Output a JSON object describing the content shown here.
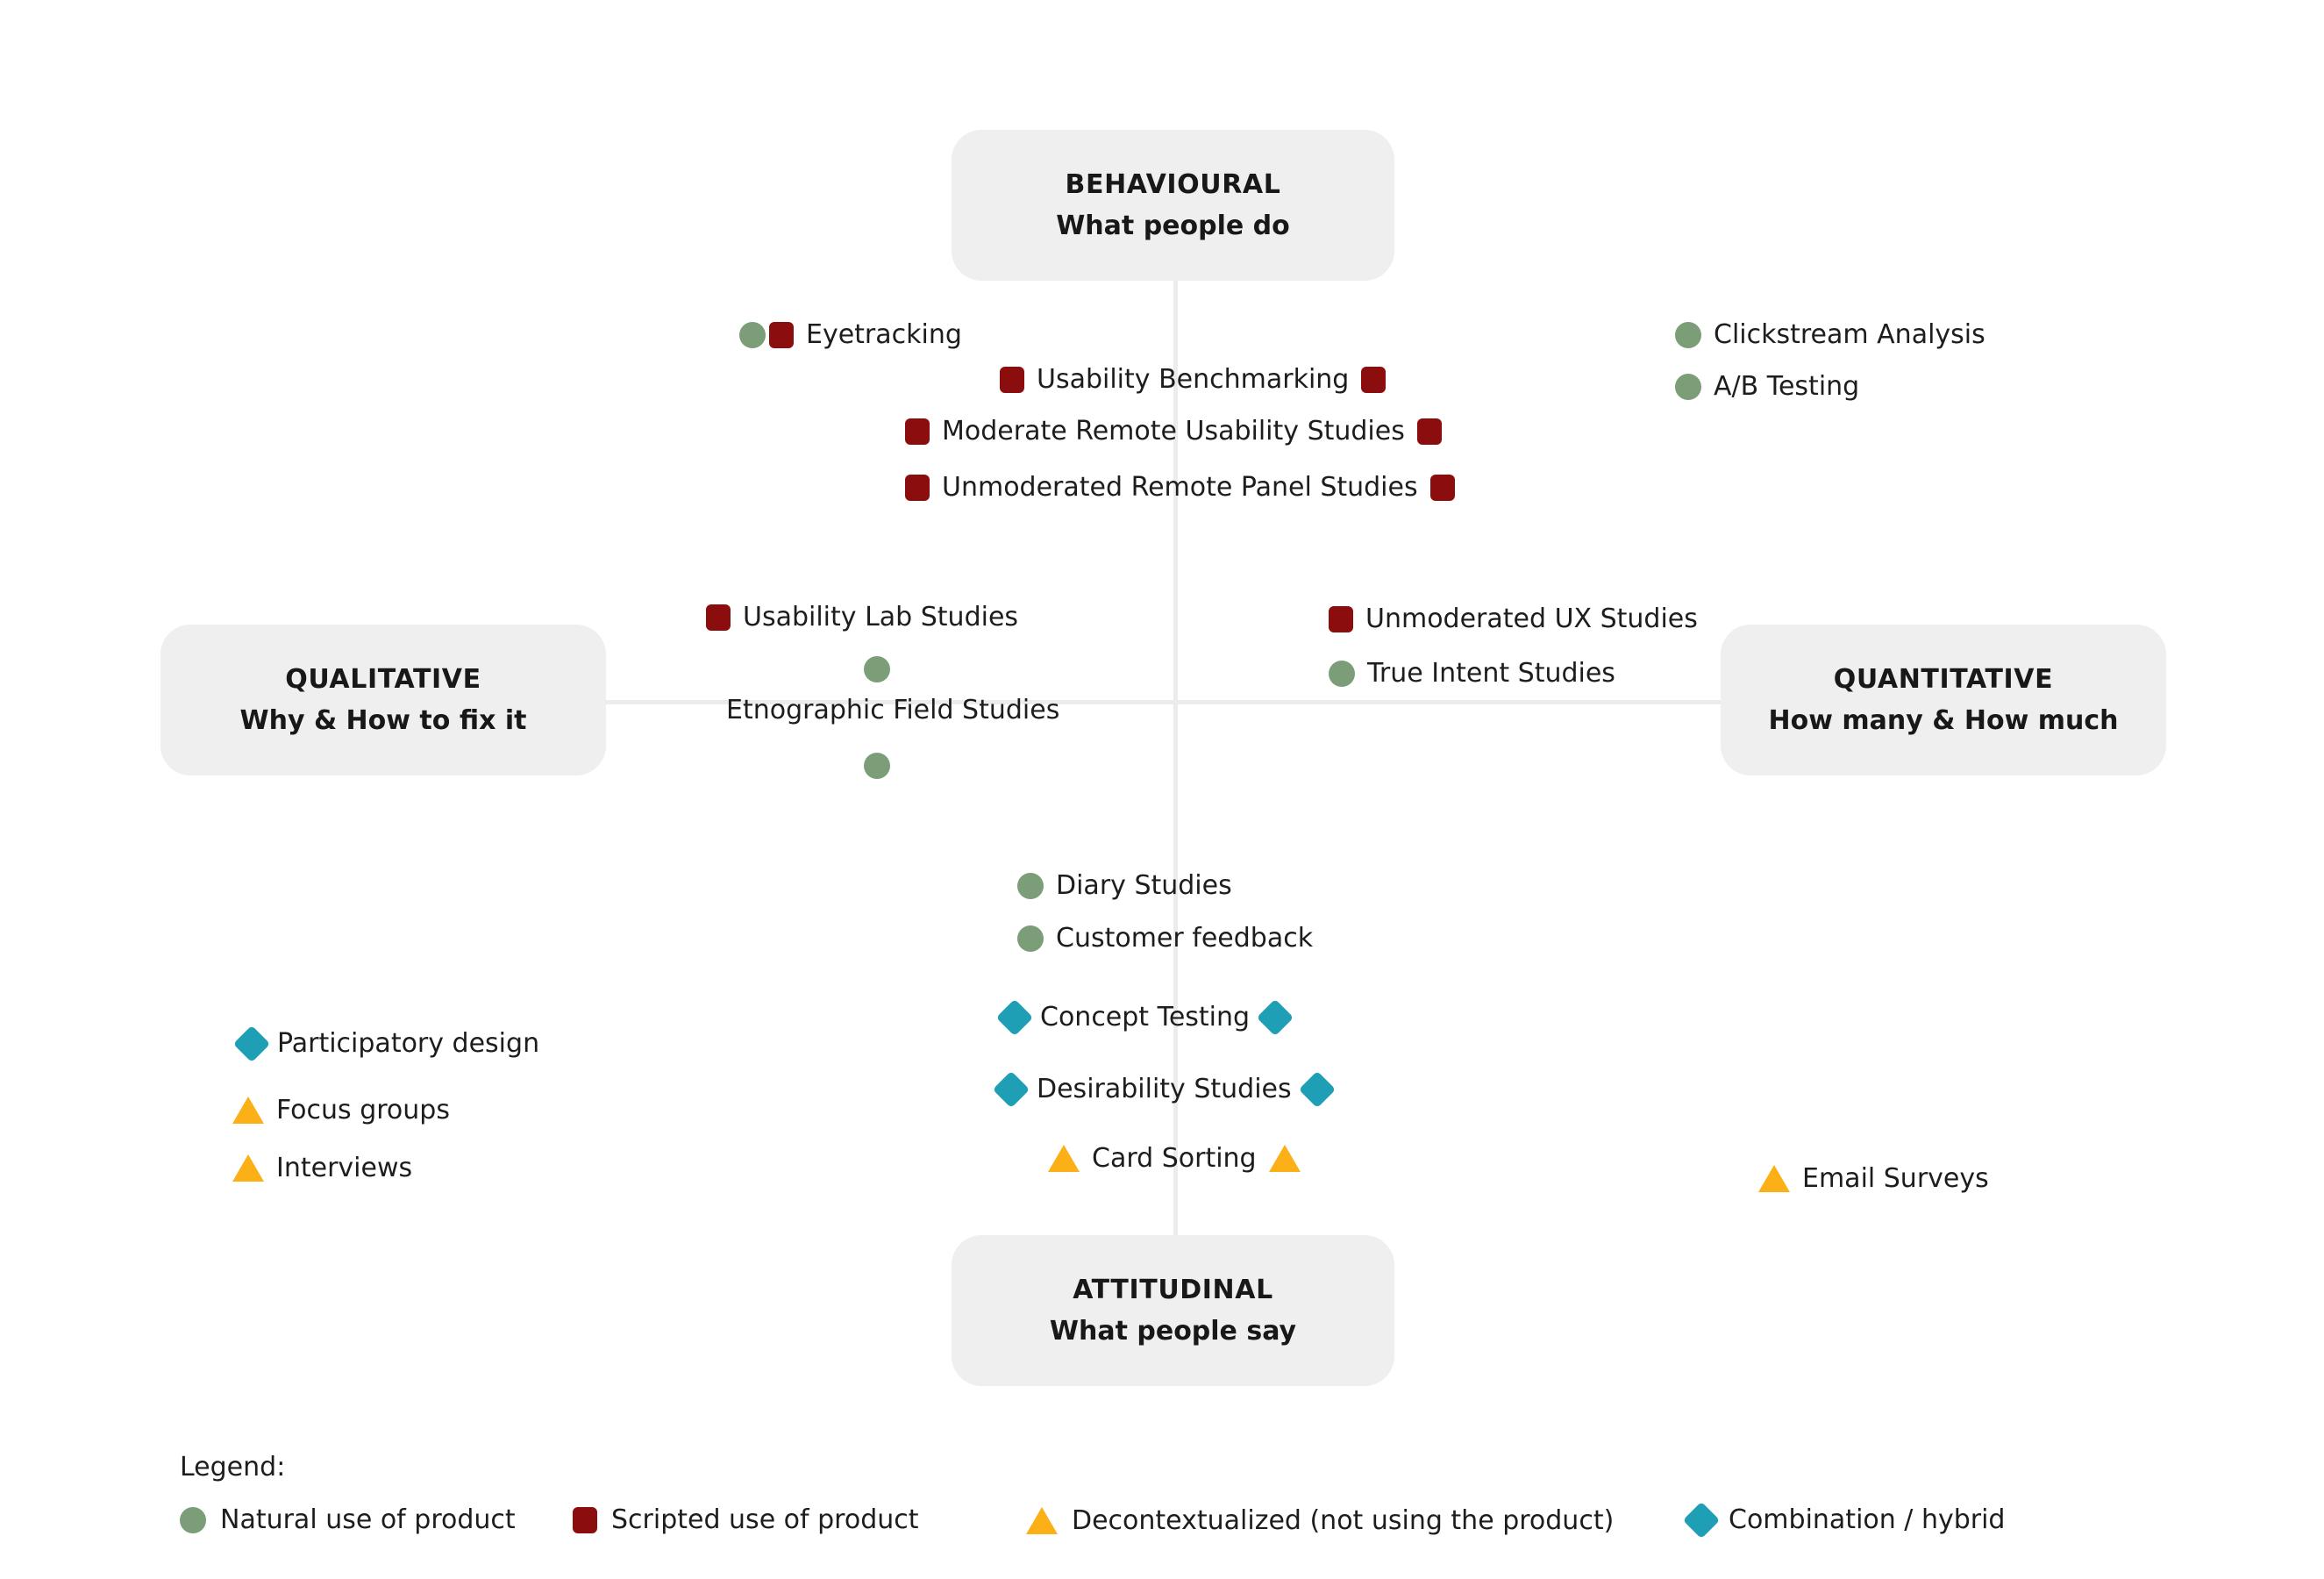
{
  "colors": {
    "natural": "#7b9e78",
    "scripted": "#8b0d0d",
    "decontextualized": "#fcb017",
    "combination": "#1f9fb5",
    "box_bg": "#efefef",
    "axis": "#ececec",
    "text": "#1d1d1d"
  },
  "poles": {
    "top": {
      "title": "BEHAVIOURAL",
      "subtitle": "What people do"
    },
    "bottom": {
      "title": "ATTITUDINAL",
      "subtitle": "What people say"
    },
    "left": {
      "title": "QUALITATIVE",
      "subtitle": "Why & How to fix it"
    },
    "right": {
      "title": "QUANTITATIVE",
      "subtitle": "How many & How much"
    }
  },
  "methods": [
    {
      "label": "Eyetracking",
      "markers_left": [
        "natural",
        "scripted"
      ],
      "markers_right": []
    },
    {
      "label": "Clickstream Analysis",
      "markers_left": [
        "natural"
      ],
      "markers_right": []
    },
    {
      "label": "Usability Benchmarking",
      "markers_left": [
        "scripted"
      ],
      "markers_right": [
        "scripted"
      ]
    },
    {
      "label": "A/B Testing",
      "markers_left": [
        "natural"
      ],
      "markers_right": []
    },
    {
      "label": "Moderate Remote Usability Studies",
      "markers_left": [
        "scripted"
      ],
      "markers_right": [
        "scripted"
      ]
    },
    {
      "label": "Unmoderated Remote Panel Studies",
      "markers_left": [
        "scripted"
      ],
      "markers_right": [
        "scripted"
      ]
    },
    {
      "label": "Usability Lab Studies",
      "markers_left": [
        "scripted"
      ],
      "markers_right": []
    },
    {
      "label": "Unmoderated UX Studies",
      "markers_left": [
        "scripted"
      ],
      "markers_right": []
    },
    {
      "label": "True Intent Studies",
      "markers_left": [
        "natural"
      ],
      "markers_right": []
    },
    {
      "label": "Etnographic Field Studies",
      "markers_left": [],
      "markers_right": []
    },
    {
      "label": "Diary Studies",
      "markers_left": [
        "natural"
      ],
      "markers_right": []
    },
    {
      "label": "Customer feedback",
      "markers_left": [
        "natural"
      ],
      "markers_right": []
    },
    {
      "label": "Participatory design",
      "markers_left": [
        "combination"
      ],
      "markers_right": []
    },
    {
      "label": "Concept Testing",
      "markers_left": [
        "combination"
      ],
      "markers_right": [
        "combination"
      ]
    },
    {
      "label": "Desirability Studies",
      "markers_left": [
        "combination"
      ],
      "markers_right": [
        "combination"
      ]
    },
    {
      "label": "Focus groups",
      "markers_left": [
        "decontextualized"
      ],
      "markers_right": []
    },
    {
      "label": "Card Sorting",
      "markers_left": [
        "decontextualized"
      ],
      "markers_right": [
        "decontextualized"
      ]
    },
    {
      "label": "Interviews",
      "markers_left": [
        "decontextualized"
      ],
      "markers_right": []
    },
    {
      "label": "Email Surveys",
      "markers_left": [
        "decontextualized"
      ],
      "markers_right": []
    }
  ],
  "legend": {
    "title": "Legend:",
    "items": [
      {
        "shape": "circle",
        "color_key": "natural",
        "label": "Natural use of product"
      },
      {
        "shape": "square",
        "color_key": "scripted",
        "label": "Scripted use of product"
      },
      {
        "shape": "triangle",
        "color_key": "decontextualized",
        "label": "Decontextualized (not using the product)"
      },
      {
        "shape": "diamond",
        "color_key": "combination",
        "label": "Combination / hybrid"
      }
    ]
  }
}
